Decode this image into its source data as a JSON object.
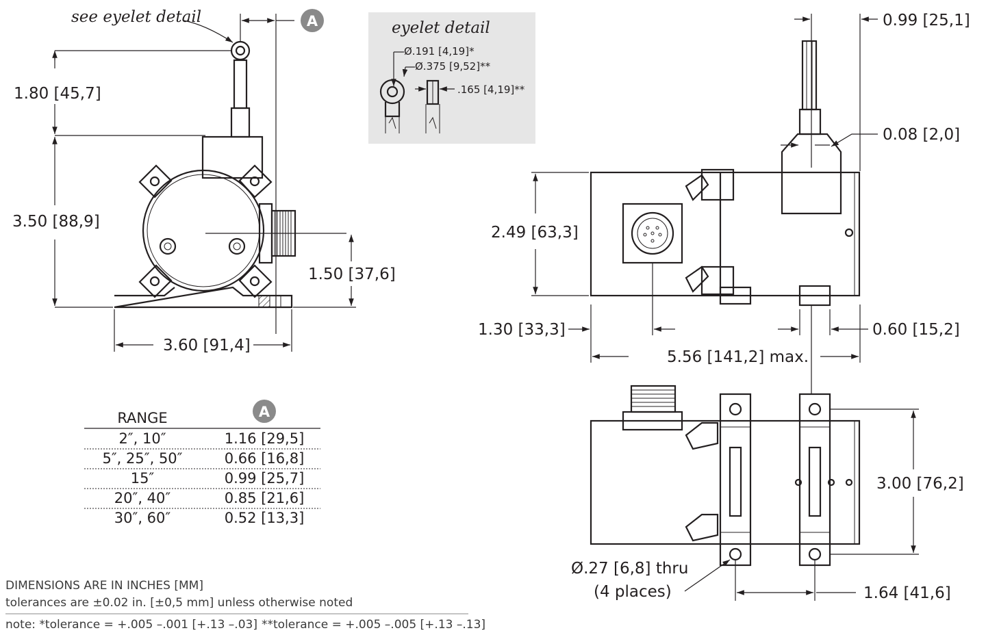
{
  "callouts": {
    "see_eyelet": "see eyelet detail",
    "marker_a": "A"
  },
  "eyelet_detail": {
    "title": "eyelet detail",
    "hole_dia": "Ø.191 [4,19]*",
    "outer_dia": "Ø.375 [9,52]**",
    "thickness": ".165 [4,19]**",
    "box_color": "#e6e6e6"
  },
  "front_view": {
    "d_180": "1.80 [45,7]",
    "d_350": "3.50 [88,9]",
    "d_150": "1.50 [37,6]",
    "d_360": "3.60 [91,4]"
  },
  "side_view": {
    "d_099": "0.99 [25,1]",
    "d_008": "0.08 [2,0]",
    "d_249": "2.49 [63,3]",
    "d_130": "1.30 [33,3]",
    "d_060": "0.60 [15,2]",
    "d_556": "5.56 [141,2] max."
  },
  "bottom_view": {
    "d_300": "3.00 [76,2]",
    "hole_line1": "Ø.27 [6,8] thru",
    "hole_line2": "(4 places)",
    "d_164": "1.64 [41,6]"
  },
  "range_table": {
    "col_range": "RANGE",
    "col_a": "A",
    "rows": [
      {
        "range": "2″, 10″",
        "a": "1.16 [29,5]"
      },
      {
        "range": "5″, 25″, 50″",
        "a": "0.66 [16,8]"
      },
      {
        "range": "15″",
        "a": "0.99 [25,7]"
      },
      {
        "range": "20″, 40″",
        "a": "0.85 [21,6]"
      },
      {
        "range": "30″, 60″",
        "a": "0.52 [13,3]"
      }
    ]
  },
  "notes": {
    "units": "DIMENSIONS ARE IN INCHES [MM]",
    "tolerances": "tolerances are ±0.02 in. [±0,5 mm] unless otherwise noted",
    "note_1": "note: *tolerance = +.005 –.001 [+.13 –.03]",
    "note_2": "**tolerance = +.005 –.005 [+.13 –.13]"
  },
  "colors": {
    "line": "#231f20",
    "marker_fill": "#8a8a8a",
    "hatch": "#231f20"
  }
}
